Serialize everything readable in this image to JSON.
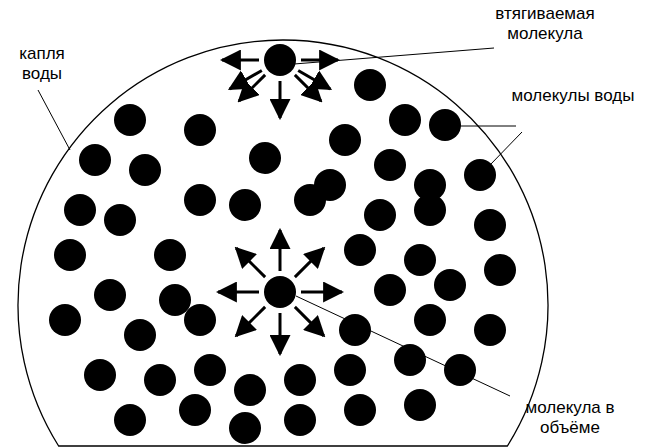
{
  "diagram": {
    "labels": [
      "втягиваемая молекула",
      "капля воды",
      "молекулы воды",
      "молекула в объёме"
    ]
  }
}
